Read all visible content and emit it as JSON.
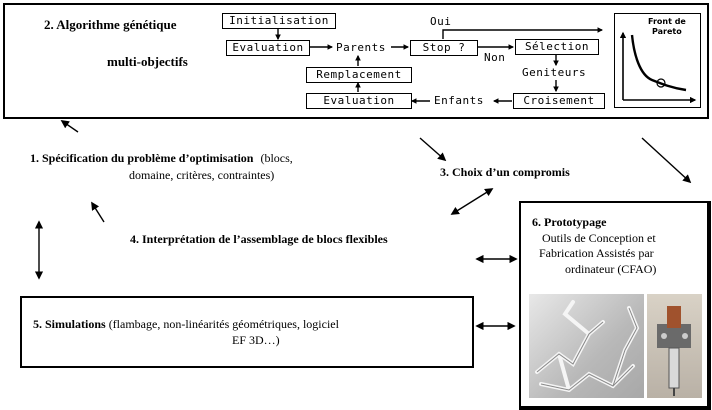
{
  "algo": {
    "title_line1": "2. Algorithme génétique",
    "title_line2": "multi-objectifs",
    "flow": {
      "initialisation": "Initialisation",
      "evaluation_top": "Evaluation",
      "parents": "Parents",
      "stop": "Stop ?",
      "oui": "Oui",
      "non": "Non",
      "selection": "Sélection",
      "geniteurs": "Geniteurs",
      "croisement": "Croisement",
      "enfants": "Enfants",
      "evaluation_bottom": "Evaluation",
      "remplacement": "Remplacement"
    },
    "pareto": {
      "label_line1": "Front de",
      "label_line2": "Pareto"
    }
  },
  "step1": {
    "title": "1. Spécification du problème d’optimisation",
    "detail_line1": "(blocs,",
    "detail_line2": "domaine, critères, contraintes)"
  },
  "step3": {
    "title": "3. Choix d’un compromis"
  },
  "step4": {
    "title": "4. Interprétation de l’assemblage de blocs flexibles"
  },
  "step5": {
    "title": "5. Simulations",
    "detail_line1": "(flambage, non-linéarités géométriques, logiciel",
    "detail_line2": "EF 3D…)"
  },
  "step6": {
    "title": "6. Prototypage",
    "line1": "Outils de Conception et",
    "line2": "Fabrication Assistés par",
    "line3": "ordinateur (CFAO)"
  }
}
